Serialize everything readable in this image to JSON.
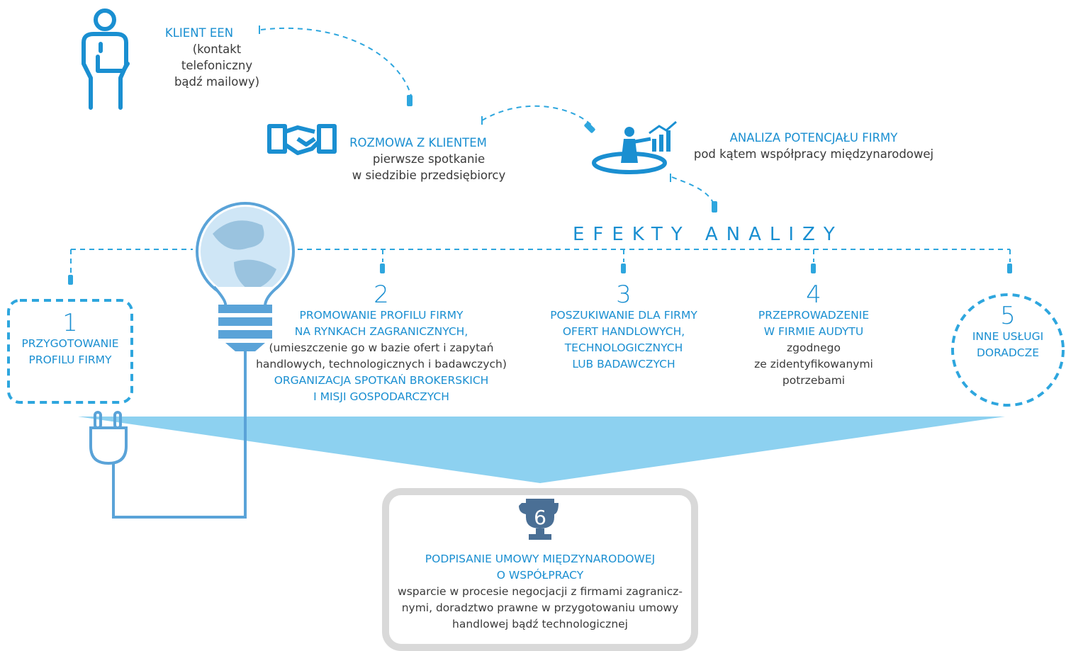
{
  "client": {
    "title": "KLIENT EEN",
    "line1": "(kontakt telefoniczny",
    "line2": "bądź mailowy)"
  },
  "meeting": {
    "title": "ROZMOWA Z KLIENTEM",
    "line1": "pierwsze spotkanie",
    "line2": "w siedzibie przedsiębiorcy"
  },
  "analysis": {
    "title": "ANALIZA POTENCJAŁU FIRMY",
    "line1": "pod kątem współpracy międzynarodowej"
  },
  "effects_title": "EFEKTY ANALIZY",
  "steps": [
    {
      "num": "1",
      "title1": "PRZYGOTOWANIE",
      "title2": "PROFILU FIRMY"
    },
    {
      "num": "2",
      "title1": "PROMOWANIE PROFILU FIRMY",
      "title2": "NA RYNKACH ZAGRANICZNYCH,",
      "text1": "(umieszczenie go w bazie ofert i zapytań",
      "text2": "handlowych, technologicznych i badawczych)",
      "title3": "ORGANIZACJA SPOTKAŃ BROKERSKICH",
      "title4": "I MISJI GOSPODARCZYCH"
    },
    {
      "num": "3",
      "title1": "POSZUKIWANIE DLA FIRMY",
      "title2": "OFERT HANDLOWYCH,",
      "title3": "TECHNOLOGICZNYCH",
      "title4": "LUB BADAWCZYCH"
    },
    {
      "num": "4",
      "title1": "PRZEPROWADZENIE",
      "title2": "W FIRMIE AUDYTU",
      "text1": "zgodnego",
      "text2": "ze zidentyfikowanymi",
      "text3": "potrzebami"
    },
    {
      "num": "5",
      "title1": "INNE USŁUGI",
      "title2": "DORADCZE"
    }
  ],
  "final": {
    "num": "6",
    "title1": "PODPISANIE UMOWY MIĘDZYNARODOWEJ",
    "title2": "O WSPÓŁPRACY",
    "text1": "wsparcie w procesie negocjacji z firmami zagranicz-",
    "text2": "nymi, doradztwo prawne w przygotowaniu umowy",
    "text3": "handlowej bądź technologicznej"
  },
  "colors": {
    "accent": "#1a8fd1",
    "light": "#8dd1f0",
    "panel": "#d9d9d9"
  }
}
